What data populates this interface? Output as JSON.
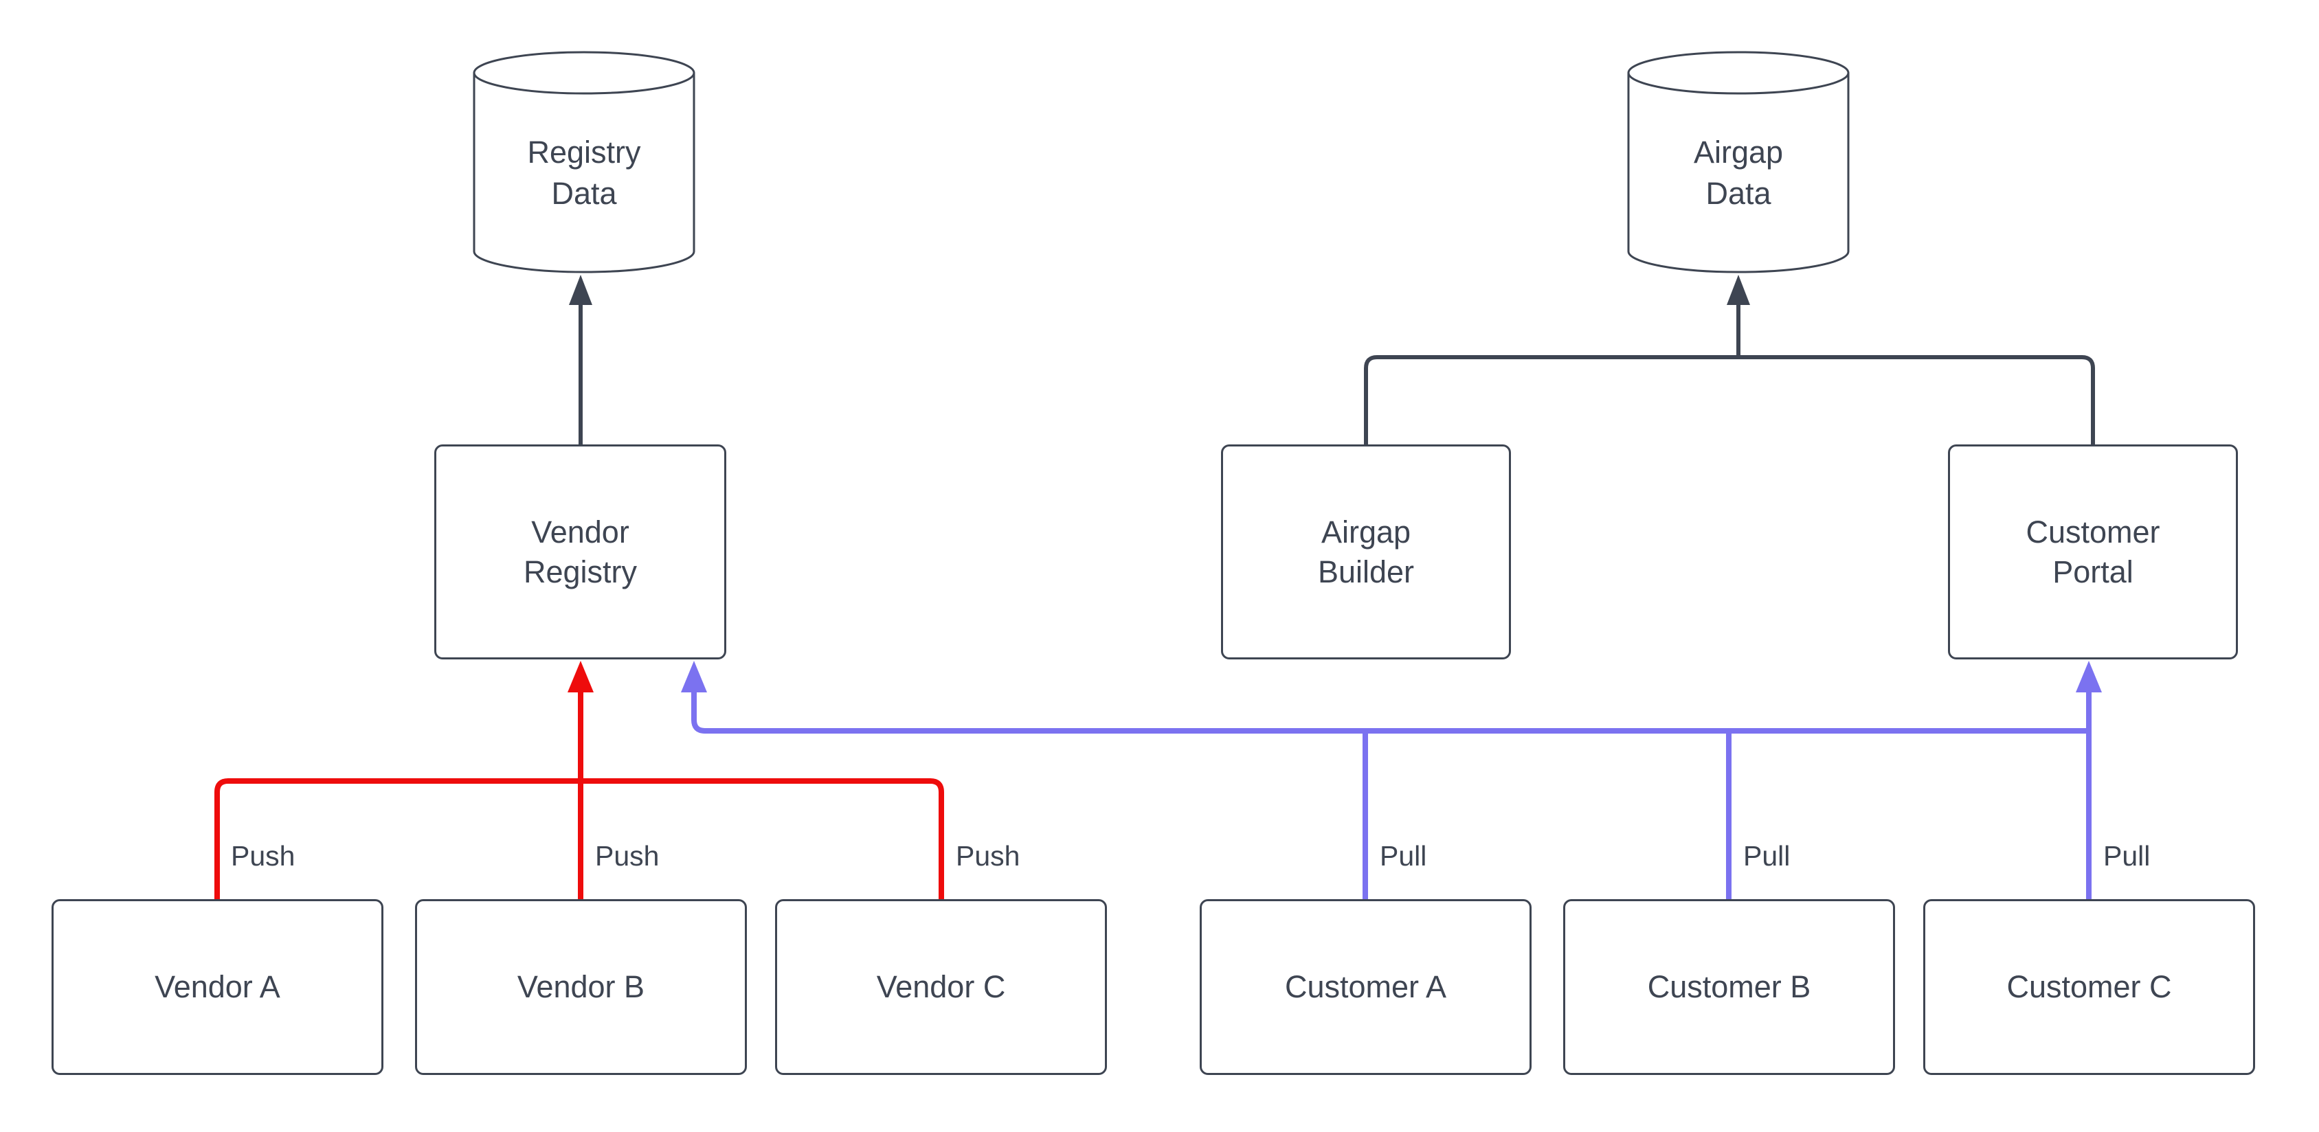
{
  "diagram": {
    "type": "flowchart",
    "colors": {
      "dark": "#3e4552",
      "push_red": "#ee0c0c",
      "pull_purple": "#7b72f0",
      "node_border": "#3e4552",
      "text": "#3e4552",
      "background": "#ffffff"
    },
    "nodes": {
      "registry_data": {
        "line1": "Registry",
        "line2": "Data",
        "shape": "cylinder"
      },
      "airgap_data": {
        "line1": "Airgap",
        "line2": "Data",
        "shape": "cylinder"
      },
      "vendor_registry": {
        "line1": "Vendor",
        "line2": "Registry",
        "shape": "rectangle"
      },
      "airgap_builder": {
        "line1": "Airgap",
        "line2": "Builder",
        "shape": "rectangle"
      },
      "customer_portal": {
        "line1": "Customer",
        "line2": "Portal",
        "shape": "rectangle"
      },
      "vendor_a": {
        "label": "Vendor A",
        "shape": "rectangle"
      },
      "vendor_b": {
        "label": "Vendor B",
        "shape": "rectangle"
      },
      "vendor_c": {
        "label": "Vendor C",
        "shape": "rectangle"
      },
      "customer_a": {
        "label": "Customer A",
        "shape": "rectangle"
      },
      "customer_b": {
        "label": "Customer B",
        "shape": "rectangle"
      },
      "customer_c": {
        "label": "Customer C",
        "shape": "rectangle"
      }
    },
    "connections": [
      {
        "from": "vendor_registry",
        "to": "registry_data",
        "color": "dark",
        "label": ""
      },
      {
        "from": "airgap_builder",
        "to": "airgap_data",
        "color": "dark",
        "label": ""
      },
      {
        "from": "customer_portal",
        "to": "airgap_data",
        "color": "dark",
        "label": ""
      },
      {
        "from": "vendor_a",
        "to": "vendor_registry",
        "color": "push_red",
        "label": "Push"
      },
      {
        "from": "vendor_b",
        "to": "vendor_registry",
        "color": "push_red",
        "label": "Push"
      },
      {
        "from": "vendor_c",
        "to": "vendor_registry",
        "color": "push_red",
        "label": "Push"
      },
      {
        "from": "customer_a",
        "to": "vendor_registry_and_customer_portal",
        "color": "pull_purple",
        "label": "Pull"
      },
      {
        "from": "customer_b",
        "to": "vendor_registry_and_customer_portal",
        "color": "pull_purple",
        "label": "Pull"
      },
      {
        "from": "customer_c",
        "to": "vendor_registry_and_customer_portal",
        "color": "pull_purple",
        "label": "Pull"
      }
    ]
  }
}
